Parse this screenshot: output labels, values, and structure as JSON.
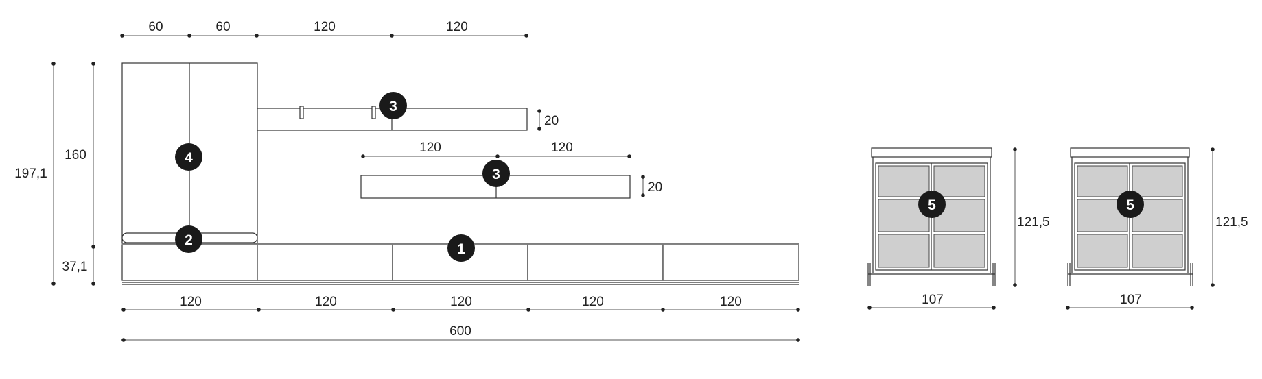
{
  "dimensions": {
    "top": [
      "60",
      "60",
      "120",
      "120"
    ],
    "shelf_height_upper": "20",
    "shelf_widths_lower": [
      "120",
      "120"
    ],
    "shelf_height_lower": "20",
    "total_height": "197,1",
    "column_height": "160",
    "base_height": "37,1",
    "base_units": [
      "120",
      "120",
      "120",
      "120",
      "120"
    ],
    "total_width": "600",
    "cabinet_height": "121,5",
    "cabinet_width": "107"
  },
  "badges": {
    "base": "1",
    "cushion": "2",
    "shelf_upper": "3",
    "shelf_lower": "3",
    "column": "4",
    "cabinet_left": "5",
    "cabinet_right": "5"
  },
  "colors": {
    "line": "#333333",
    "badge": "#1a1a1a",
    "glass": "#cfcfcf"
  }
}
